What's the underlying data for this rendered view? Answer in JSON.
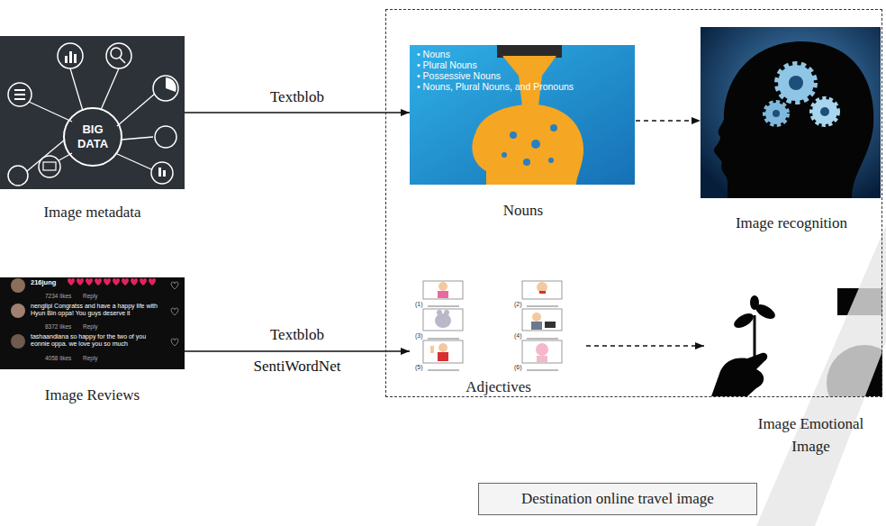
{
  "diagram": {
    "nodes": [
      {
        "text": [
          "Destination online travel image"
        ]
      },
      {
        "text": [
          "Image metadata"
        ]
      },
      {
        "text": [
          "Nouns"
        ],
        "in": 0
      },
      {
        "text": [
          "Image recognition"
        ],
        "in": 0
      },
      {
        "text": [
          "Image Reviews"
        ]
      },
      {
        "text": [
          "Adjectives"
        ],
        "in": 0
      },
      {
        "text": [
          "Image Emotional Image"
        ],
        "in": 0
      }
    ],
    "edges": [
      {
        "from": 1,
        "to": 2,
        "label": "Textblob",
        "arrow": "to"
      },
      {
        "from": 4,
        "to": 5,
        "label": "Textblob",
        "arrow": "to"
      },
      {
        "from": 2,
        "to": 3,
        "arrow": "to"
      },
      {
        "from": 5,
        "to": 6,
        "arrow": "to"
      }
    ],
    "labels": [
      "BIG DATA",
      "• Nouns",
      "• Plural Nouns",
      "• Possessive Nouns",
      "• Nouns, Plural Nouns, and Pronouns",
      "216jung",
      "7234 likes",
      "Reply",
      "nenglipi Congratss and have a happy life with Hyun Bin oppa! You guys deserve it",
      "8372 likes",
      "Reply",
      "tashaandiana so happy for the two of you eonnie oppa. we love you so much",
      "4058 likes",
      "Reply",
      "(1)",
      "(2)",
      "(3)",
      "(4)",
      "(5)",
      "(6)",
      "SentiWordNet"
    ]
  }
}
